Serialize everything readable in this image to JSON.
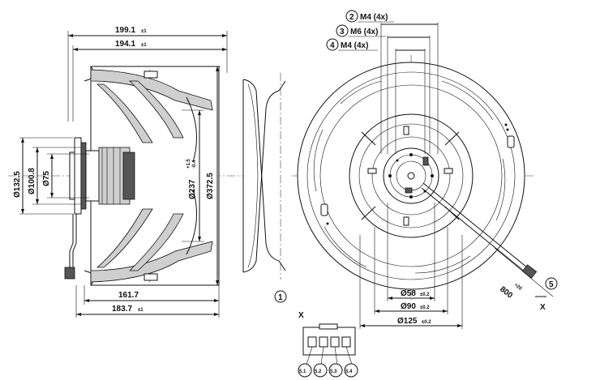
{
  "side_view": {
    "dim_overall_width": "199.1",
    "dim_overall_width_tol": "±1",
    "dim_width_2": "194.1",
    "dim_width_2_tol": "±1",
    "dim_bottom_1": "161.7",
    "dim_bottom_2": "183.7",
    "dim_bottom_2_tol": "±1",
    "dim_dia_132": "Ø132.5",
    "dim_dia_100": "Ø100.8",
    "dim_dia_75": "Ø75",
    "dim_dia_237": "Ø237",
    "dim_dia_237_tol_upper": "+1.5",
    "dim_dia_237_tol_lower": "-0.4",
    "dim_dia_372": "Ø372.5"
  },
  "inlet_ring": {
    "callout": "1"
  },
  "front_view": {
    "callout_2": "2",
    "callout_2_text": "M4 (4x)",
    "callout_3": "3",
    "callout_3_text": "M6 (4x)",
    "callout_4": "4",
    "callout_4_text": "M4 (4x)",
    "dim_58": "Ø58",
    "dim_58_tol": "±0.2",
    "dim_90": "Ø90",
    "dim_90_tol": "±0.2",
    "dim_125": "Ø125",
    "dim_125_tol": "±0.2",
    "cable_length": "800",
    "cable_length_tol": "+20",
    "callout_5": "5",
    "view_x": "X"
  },
  "connector": {
    "view_label": "X",
    "pins": [
      "5.1",
      "5.2",
      "5.3",
      "5.4"
    ]
  }
}
